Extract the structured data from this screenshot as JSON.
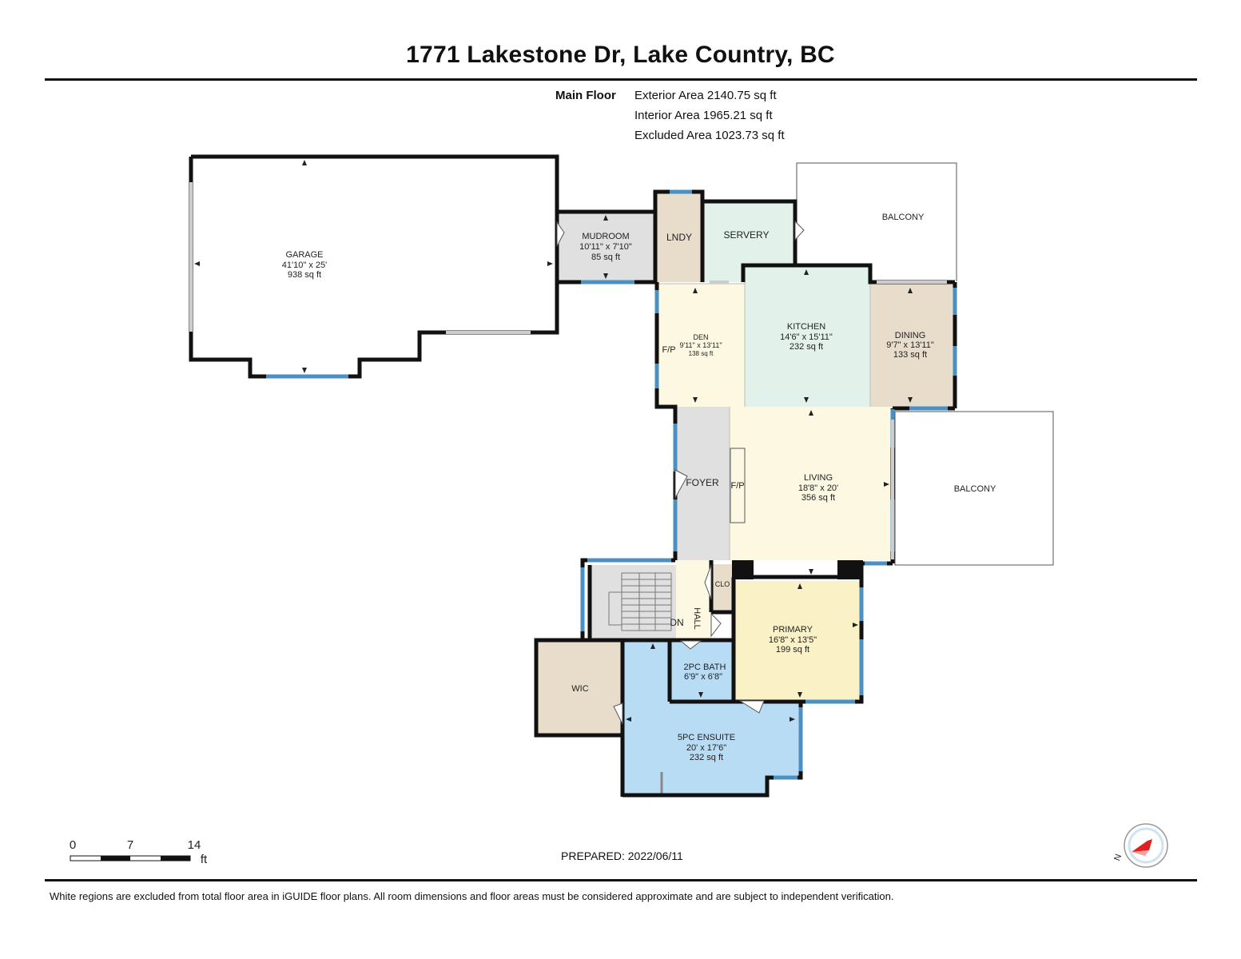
{
  "header": {
    "title": "1771 Lakestone Dr, Lake Country, BC",
    "floor_label": "Main Floor",
    "areas": [
      "Exterior Area 2140.75 sq ft",
      "Interior Area 1965.21 sq ft",
      "Excluded Area 1023.73 sq ft"
    ]
  },
  "rooms": {
    "garage": {
      "name": "GARAGE",
      "dims": "41'10\" x 25'",
      "area": "938 sq ft"
    },
    "mudroom": {
      "name": "MUDROOM",
      "dims": "10'11\" x 7'10\"",
      "area": "85 sq ft"
    },
    "lndy": {
      "name": "LNDY"
    },
    "servery": {
      "name": "SERVERY"
    },
    "balcony_top": {
      "name": "BALCONY"
    },
    "den": {
      "name": "DEN",
      "dims": "9'11\" x 13'11\"",
      "area": "138 sq ft",
      "fp": "F/P"
    },
    "kitchen": {
      "name": "KITCHEN",
      "dims": "14'6\" x 15'11\"",
      "area": "232 sq ft"
    },
    "dining": {
      "name": "DINING",
      "dims": "9'7\" x 13'11\"",
      "area": "133 sq ft"
    },
    "foyer": {
      "name": "FOYER"
    },
    "living": {
      "name": "LIVING",
      "dims": "18'8\" x 20'",
      "area": "356 sq ft",
      "fp": "F/P"
    },
    "balcony_right": {
      "name": "BALCONY"
    },
    "clo": {
      "name": "CLO"
    },
    "hall": {
      "name": "HALL"
    },
    "dn": {
      "name": "DN"
    },
    "primary": {
      "name": "PRIMARY",
      "dims": "16'8\" x 13'5\"",
      "area": "199 sq ft"
    },
    "wic": {
      "name": "WIC"
    },
    "bath2pc": {
      "name": "2PC BATH",
      "dims": "6'9\" x 6'8\""
    },
    "ensuite": {
      "name": "5PC ENSUITE",
      "dims": "20' x 17'6\"",
      "area": "232 sq ft"
    }
  },
  "scale": {
    "t0": "0",
    "t7": "7",
    "t14": "14",
    "unit": "ft"
  },
  "compass": {
    "label": "N"
  },
  "prepared": "PREPARED: 2022/06/11",
  "footer_note": "White regions are excluded from total floor area in iGUIDE floor plans. All room dimensions and floor areas must be considered approximate and are subject to independent verification.",
  "colors": {
    "wall": "#111111",
    "window": "#4a90c2",
    "grey": "#e0e0e0",
    "mint": "#e2f2ea",
    "tan": "#e8dccb",
    "cream": "#fdf8e2",
    "yellow": "#fbf1c6",
    "blue": "#b9dcf5",
    "compass_red": "#e02020"
  }
}
